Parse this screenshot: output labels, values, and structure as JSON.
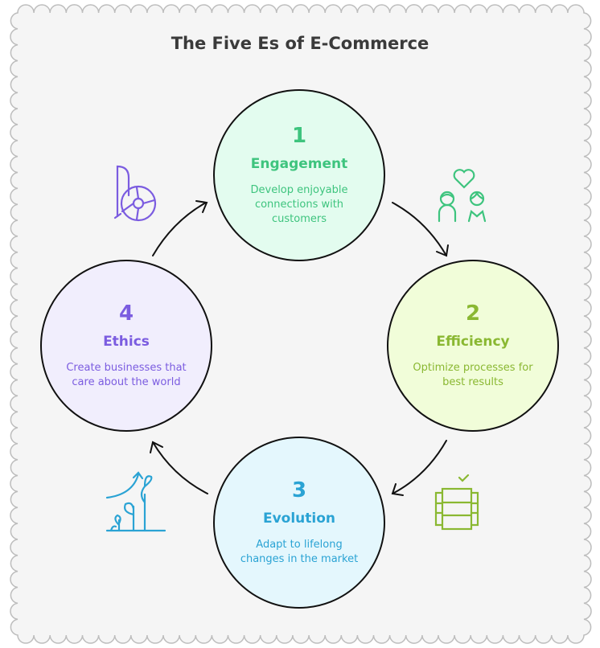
{
  "title": "The Five Es of E-Commerce",
  "steps": [
    {
      "number": "1",
      "name": "Engagement",
      "description": "Develop enjoyable connections with customers",
      "color": "#3ec47e",
      "fill": "#e3fcef",
      "icon": "couple-heart-icon"
    },
    {
      "number": "2",
      "name": "Efficiency",
      "description": "Optimize processes for best results",
      "color": "#8ab832",
      "fill": "#f1fdd9",
      "icon": "server-check-icon"
    },
    {
      "number": "3",
      "name": "Evolution",
      "description": "Adapt to lifelong changes in the market",
      "color": "#2aa3d4",
      "fill": "#e4f7fd",
      "icon": "growing-plant-icon"
    },
    {
      "number": "4",
      "name": "Ethics",
      "description": "Create businesses that care about the world",
      "color": "#7b5ce0",
      "fill": "#f1eefd",
      "icon": "b-corp-icon"
    }
  ]
}
